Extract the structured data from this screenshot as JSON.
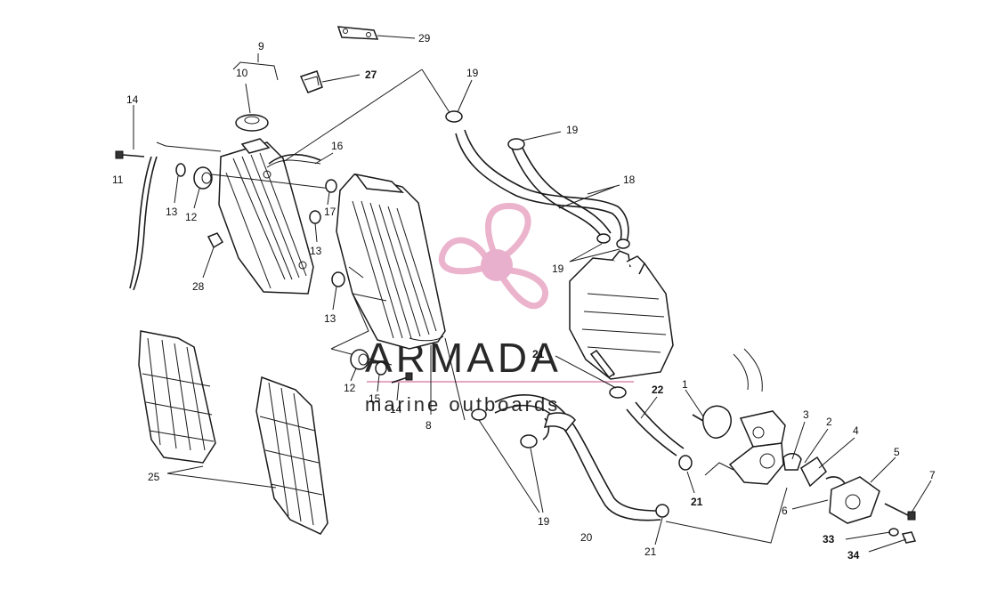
{
  "labels": {
    "l1": "1",
    "l2": "2",
    "l3": "3",
    "l4": "4",
    "l5": "5",
    "l6": "6",
    "l7": "7",
    "l8": "8",
    "l9": "9",
    "l10": "10",
    "l11": "11",
    "l12a": "12",
    "l12b": "12",
    "l13a": "13",
    "l13b": "13",
    "l13c": "13",
    "l14a": "14",
    "l14b": "14",
    "l15": "15",
    "l16": "16",
    "l17": "17",
    "l18": "18",
    "l19a": "19",
    "l19b": "19",
    "l19c": "19",
    "l19d": "19",
    "l20": "20",
    "l21a": "21",
    "l21b": "21",
    "l21c": "21",
    "l22": "22",
    "l25": "25",
    "l27": "27",
    "l28": "28",
    "l29": "29",
    "l33": "33",
    "l34": "34"
  },
  "watermark": {
    "title": "ARMADA",
    "subtitle": "marine outboards",
    "logo_color": "#e8a6c4",
    "logo_core_color": "#e6a3c6"
  }
}
